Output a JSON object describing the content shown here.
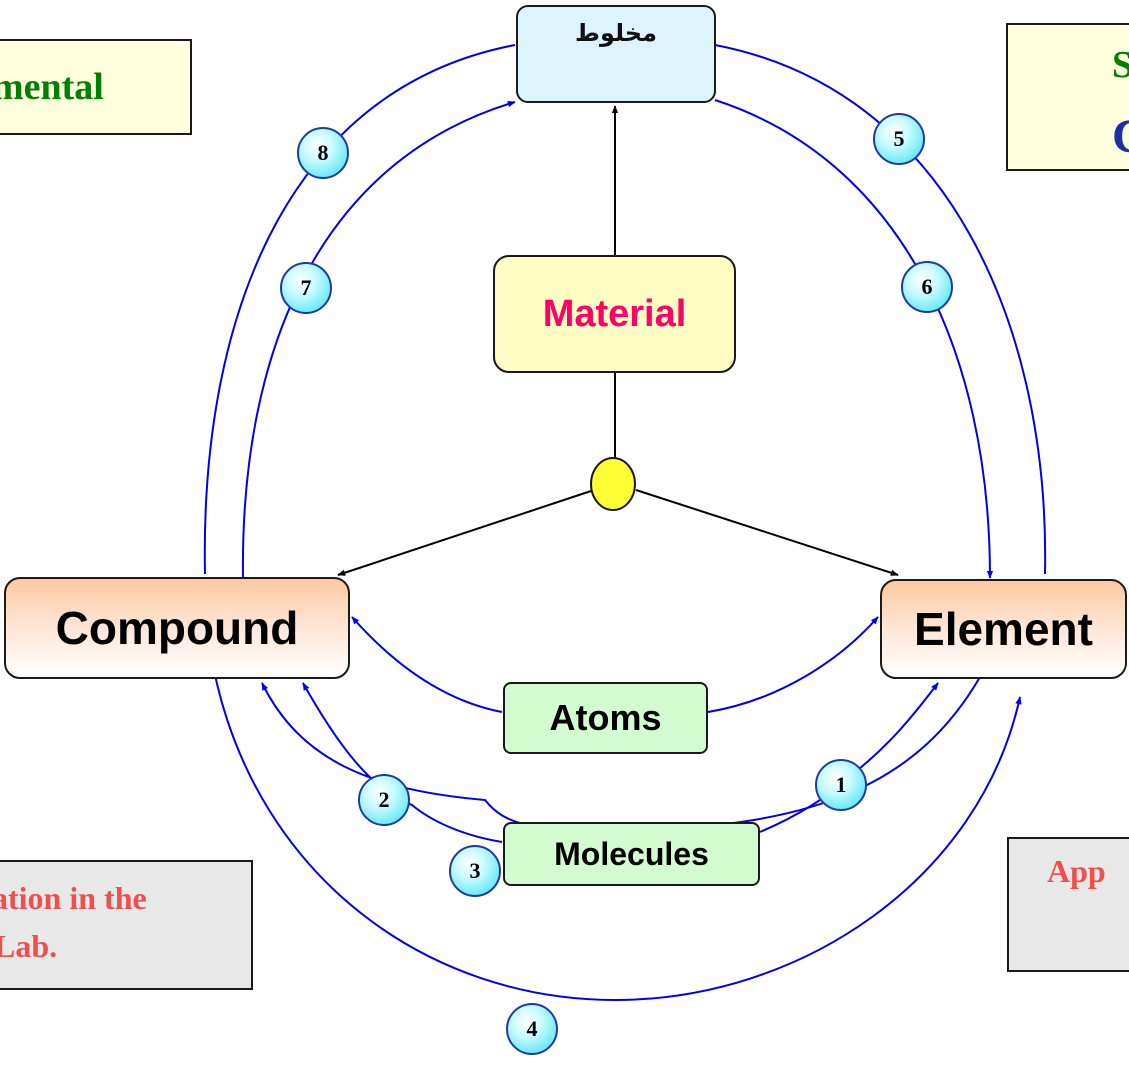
{
  "nodes": {
    "mixture": "مخلوط",
    "material": "Material",
    "compound": "Compound",
    "element": "Element",
    "atoms": "Atoms",
    "molecules": "Molecules"
  },
  "side_boxes": {
    "top_left": "mental",
    "top_right_line1": "S",
    "top_right_line2": "C",
    "bottom_left_line1": "ation in the",
    "bottom_left_line2": "Lab.",
    "bottom_right": "App"
  },
  "badges": [
    "1",
    "2",
    "3",
    "4",
    "5",
    "6",
    "7",
    "8"
  ],
  "colors": {
    "arrow_blue": "#0000ee",
    "material_text": "#ff0066",
    "green_text": "#008000",
    "red_text": "#ef4f4f",
    "badge_fill": "#33dfef",
    "right_letter_blue": "#1c2fa6"
  }
}
